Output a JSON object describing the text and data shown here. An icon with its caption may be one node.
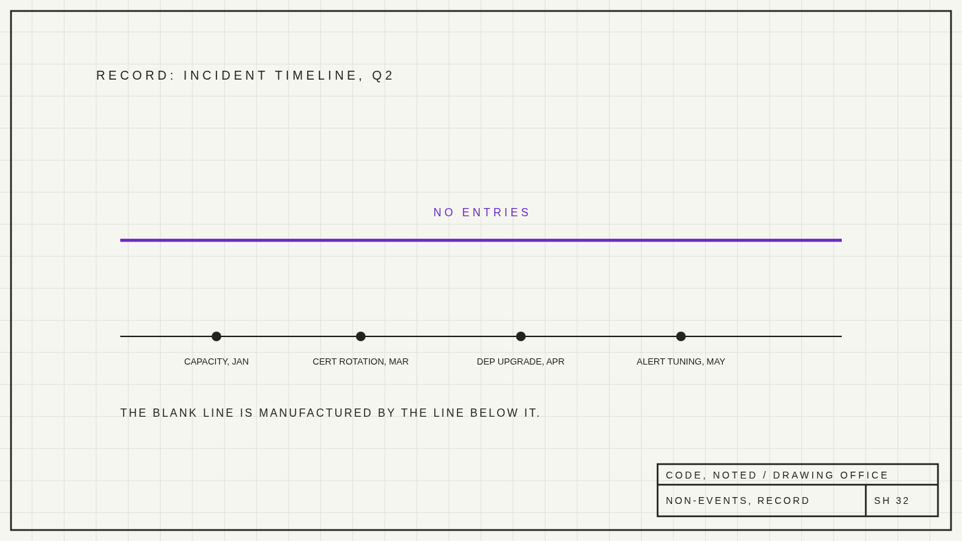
{
  "diagram": {
    "title": "RECORD: INCIDENT TIMELINE, Q2",
    "nodes": [
      {
        "text": [],
        "shape": "circle",
        "beside": [
          "CAPACITY, JAN"
        ]
      },
      {
        "text": [],
        "shape": "circle",
        "beside": [
          "CERT ROTATION, MAR"
        ]
      },
      {
        "text": [],
        "shape": "circle",
        "beside": [
          "DEP UPGRADE, APR"
        ]
      },
      {
        "text": [],
        "shape": "circle",
        "beside": [
          "ALERT TUNING, MAY"
        ]
      }
    ],
    "labels": [
      "NO ENTRIES",
      "CODE, NOTED / DRAWING OFFICE",
      "NON-EVENTS, RECORD",
      "SH 32"
    ],
    "caption": "THE BLANK LINE IS MANUFACTURED BY THE LINE BELOW IT."
  }
}
